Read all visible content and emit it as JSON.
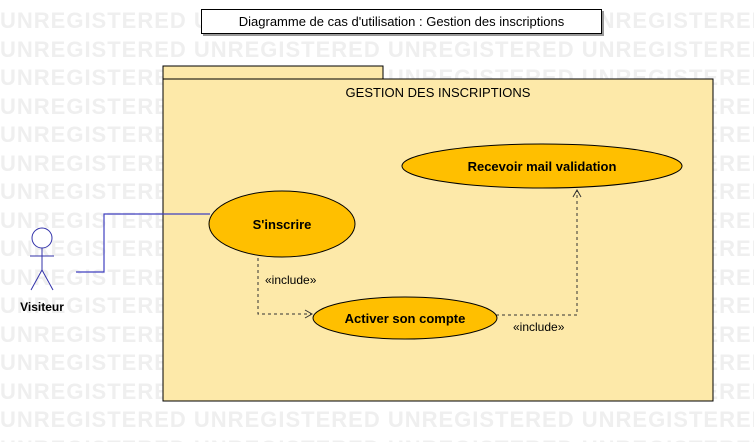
{
  "watermark": "UNREGISTERED",
  "diagram": {
    "title": "Diagramme de cas d'utilisation : Gestion des inscriptions",
    "package": "GESTION DES INSCRIPTIONS",
    "actor": "Visiteur",
    "use_cases": {
      "inscrire": "S'inscrire",
      "activer": "Activer son compte",
      "recevoir": "Recevoir mail validation"
    },
    "relations": {
      "include_1": "«include»",
      "include_2": "«include»"
    }
  },
  "colors": {
    "package_fill": "#fde9a9",
    "use_case_fill": "#ffbf00",
    "association_line": "#4040c0",
    "watermark": "#efefef"
  }
}
